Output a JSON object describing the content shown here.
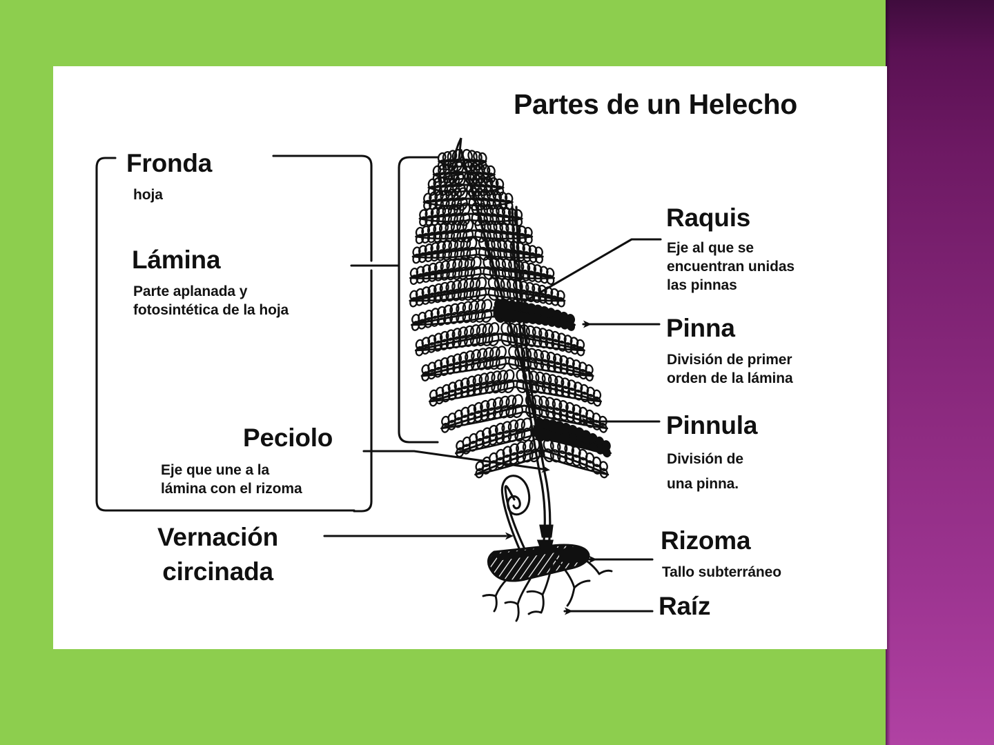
{
  "slide": {
    "title": "Partes de un Helecho",
    "background_green": "#8dce4e",
    "background_purple_top": "#3f0c3d",
    "background_purple_bottom": "#b042a3",
    "card_color": "#ffffff"
  },
  "diagram": {
    "subject": "fern-anatomy",
    "left_labels": [
      {
        "id": "fronda",
        "term": "Fronda",
        "definition": "hoja"
      },
      {
        "id": "lamina",
        "term": "Lámina",
        "definition": "Parte aplanada y\nfotosintética de la hoja"
      },
      {
        "id": "peciolo",
        "term": "Peciolo",
        "definition": "Eje que une a la\nlámina con el rizoma"
      },
      {
        "id": "vernacion",
        "term": "Vernación\ncircinada",
        "definition": ""
      }
    ],
    "right_labels": [
      {
        "id": "raquis",
        "term": "Raquis",
        "definition": "Eje al que se\nencuentran unidas\nlas pinnas"
      },
      {
        "id": "pinna",
        "term": "Pinna",
        "definition": "División de primer\norden de la lámina"
      },
      {
        "id": "pinnula",
        "term": "Pinnula",
        "definition": "División de\nuna pinna."
      },
      {
        "id": "rizoma",
        "term": "Rizoma",
        "definition": "Tallo subterráneo"
      },
      {
        "id": "raiz",
        "term": "Raíz",
        "definition": ""
      }
    ],
    "ink_color": "#101010"
  }
}
